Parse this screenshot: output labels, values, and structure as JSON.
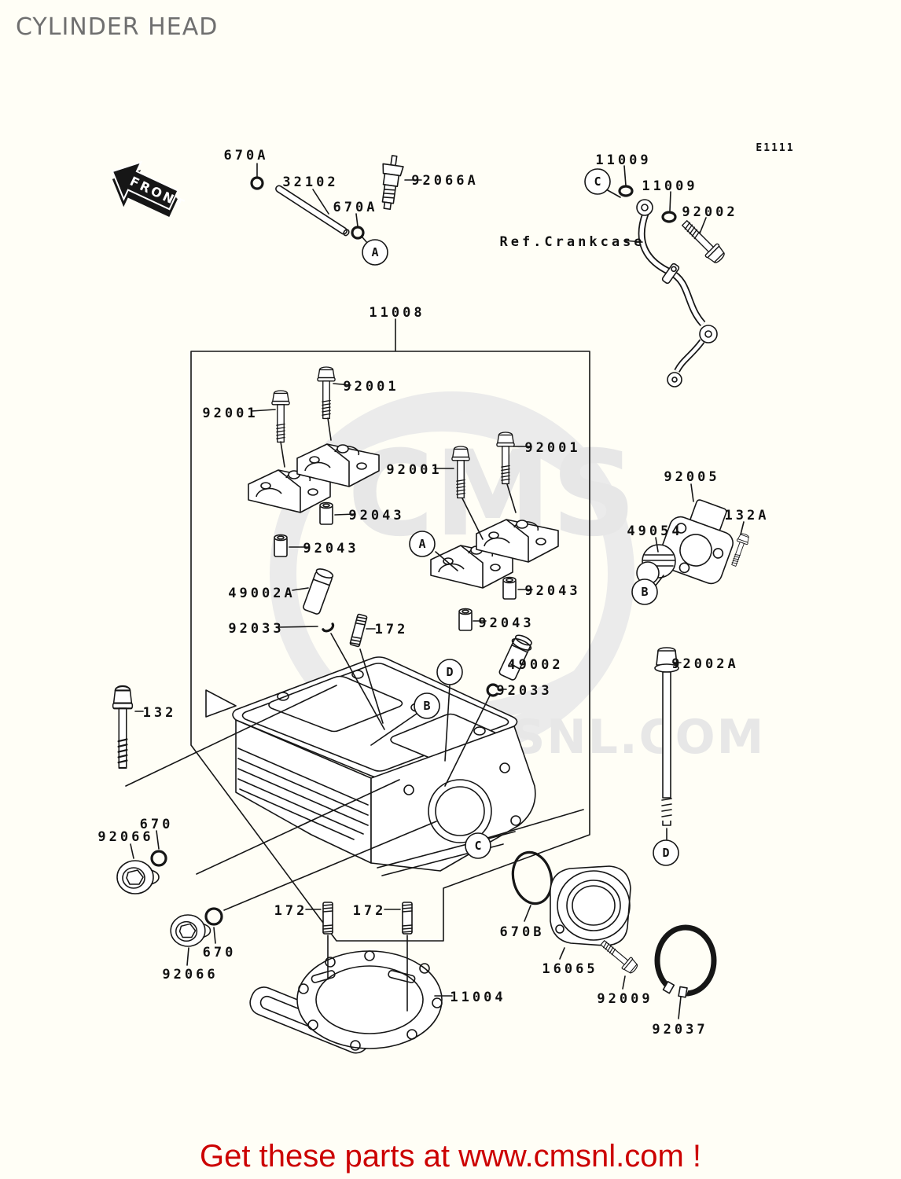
{
  "page": {
    "title": "CYLINDER HEAD",
    "diagram_code": "E1111",
    "front_label": "FRONT",
    "footer": "Get these parts at www.cmsnl.com !",
    "watermark": {
      "logo": "CMS",
      "url": "WWW.CMSNL.COM"
    }
  },
  "colors": {
    "title": "#6f6f6f",
    "line": "#161616",
    "footer": "#cc0000",
    "watermark": "#e7e7e7",
    "background": "#fffef6"
  },
  "callouts": [
    "A",
    "B",
    "C",
    "D"
  ],
  "labels": [
    {
      "text": "670A"
    },
    {
      "text": "32102"
    },
    {
      "text": "92066A"
    },
    {
      "text": "670A"
    },
    {
      "text": "11009"
    },
    {
      "text": "11009"
    },
    {
      "text": "92002"
    },
    {
      "text": "Ref.Crankcase"
    },
    {
      "text": "11008"
    },
    {
      "text": "92001"
    },
    {
      "text": "92001"
    },
    {
      "text": "92001"
    },
    {
      "text": "92001"
    },
    {
      "text": "92043"
    },
    {
      "text": "92043"
    },
    {
      "text": "92043"
    },
    {
      "text": "92043"
    },
    {
      "text": "49002A"
    },
    {
      "text": "92033"
    },
    {
      "text": "172"
    },
    {
      "text": "49002"
    },
    {
      "text": "92033"
    },
    {
      "text": "92005"
    },
    {
      "text": "49054"
    },
    {
      "text": "132A"
    },
    {
      "text": "92002A"
    },
    {
      "text": "132"
    },
    {
      "text": "670"
    },
    {
      "text": "92066"
    },
    {
      "text": "172"
    },
    {
      "text": "172"
    },
    {
      "text": "670"
    },
    {
      "text": "92066"
    },
    {
      "text": "11004"
    },
    {
      "text": "670B"
    },
    {
      "text": "16065"
    },
    {
      "text": "92009"
    },
    {
      "text": "92037"
    }
  ]
}
